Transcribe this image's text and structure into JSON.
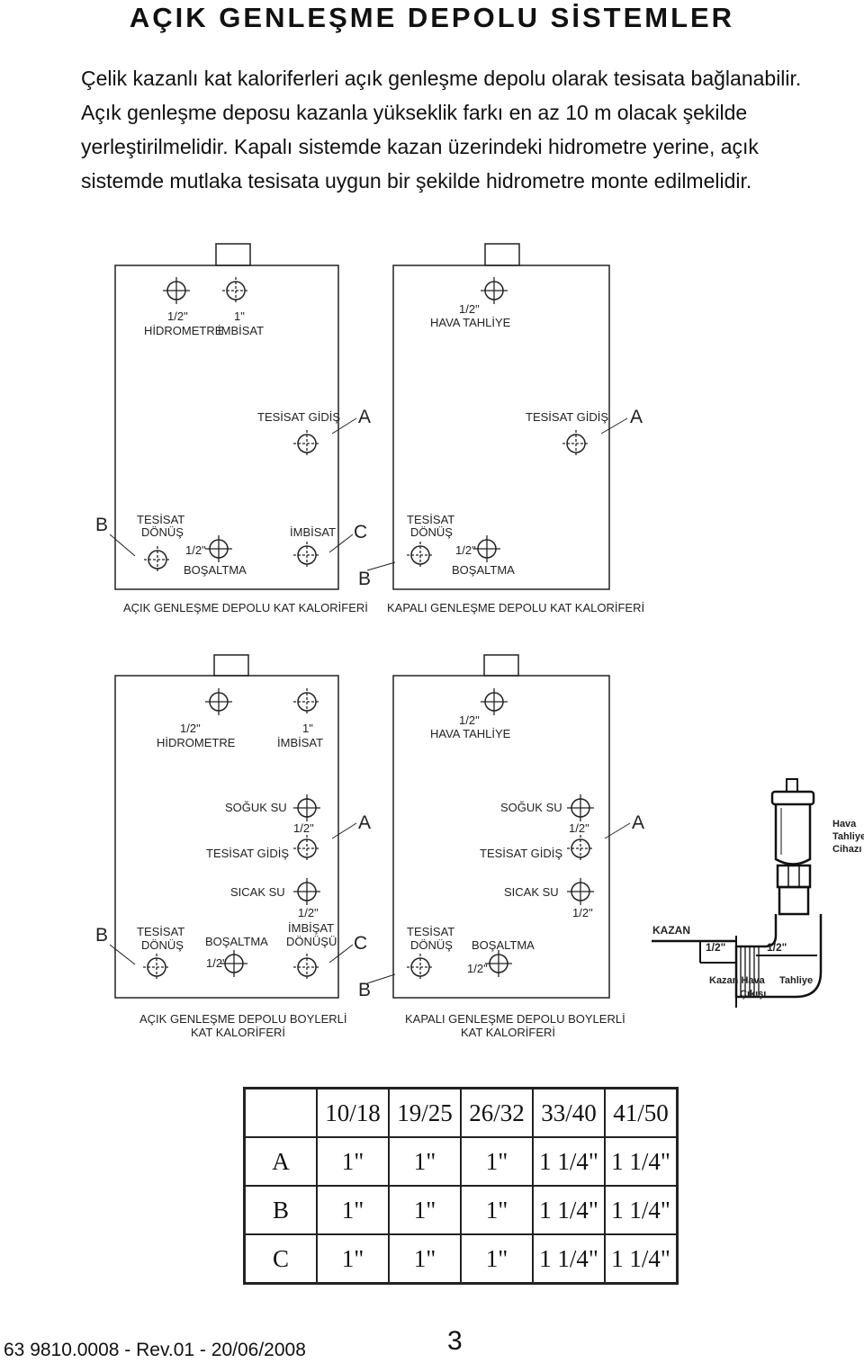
{
  "page": {
    "title": "AÇIK GENLEŞME DEPOLU SİSTEMLER",
    "intro": [
      "Çelik kazanlı kat kaloriferleri açık genleşme depolu olarak tesisata bağlanabilir.",
      "Açık genleşme deposu kazanla yükseklik farkı en az 10 m olacak şekilde",
      "yerleştirilmelidir. Kapalı sistemde kazan üzerindeki hidrometre yerine, açık",
      "sistemde mutlaka tesisata uygun bir şekilde hidrometre monte edilmelidir."
    ]
  },
  "diagram1": {
    "size_half": "1/2\"",
    "size_one": "1\"",
    "hidrometre": "HİDROMETRE",
    "imbisat": "İMBİSAT",
    "hava_tahliye": "HAVA TAHLİYE",
    "tesisat_gidis": "TESİSAT GİDİŞ",
    "tesisat": "TESİSAT",
    "donus": "DÖNÜŞ",
    "bosaltma": "BOŞALTMA",
    "letter_a": "A",
    "letter_b": "B",
    "letter_c": "C",
    "caption_open": "AÇIK GENLEŞME DEPOLU KAT KALORİFERİ",
    "caption_closed": "KAPALI  GENLEŞME DEPOLU KAT KALORİFERİ"
  },
  "diagram2": {
    "soguk_su": "SOĞUK SU",
    "sicak_su": "SICAK SU",
    "imbisat_donusu_1": "İMBİŞAT",
    "imbisat_donusu_2": "DÖNÜŞÜ",
    "caption_open_1": "AÇIK GENLEŞME DEPOLU BOYLERLİ",
    "caption_open_2": "KAT KALORİFERİ",
    "caption_closed_1": "KAPALI  GENLEŞME DEPOLU BOYLERLİ",
    "caption_closed_2": "KAT KALORİFERİ"
  },
  "detail": {
    "hava": "Hava",
    "tahliye": "Tahliye",
    "cihazi": "Cihazı",
    "kazan": "KAZAN",
    "size": "1/2\"",
    "kazan_hava": "Kazan  Hava",
    "tahliye2": "Tahliye",
    "cikisi": "Çıkışı"
  },
  "table": {
    "columns": [
      "10/18",
      "19/25",
      "26/32",
      "33/40",
      "41/50"
    ],
    "rows": [
      {
        "label": "A",
        "values": [
          "1\"",
          "1\"",
          "1\"",
          "1 1/4\"",
          "1 1/4\""
        ]
      },
      {
        "label": "B",
        "values": [
          "1\"",
          "1\"",
          "1\"",
          "1 1/4\"",
          "1 1/4\""
        ]
      },
      {
        "label": "C",
        "values": [
          "1\"",
          "1\"",
          "1\"",
          "1 1/4\"",
          "1 1/4\""
        ]
      }
    ]
  },
  "footer": {
    "doc_code": "63 9810.0008  -  Rev.01 - 20/06/2008",
    "page_number": "3"
  }
}
